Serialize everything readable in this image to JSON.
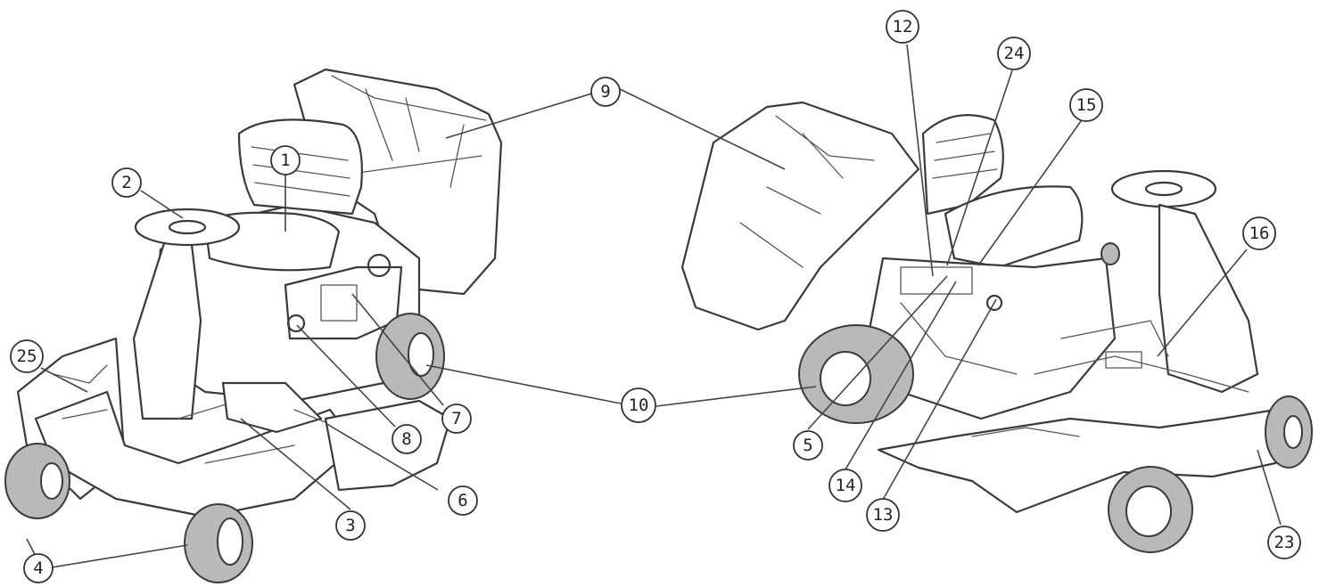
{
  "callouts": [
    {
      "id": "c1",
      "label": "1"
    },
    {
      "id": "c2",
      "label": "2"
    },
    {
      "id": "c3",
      "label": "3"
    },
    {
      "id": "c4",
      "label": "4"
    },
    {
      "id": "c5",
      "label": "5"
    },
    {
      "id": "c6",
      "label": "6"
    },
    {
      "id": "c7",
      "label": "7"
    },
    {
      "id": "c8",
      "label": "8"
    },
    {
      "id": "c9",
      "label": "9"
    },
    {
      "id": "c10",
      "label": "10"
    },
    {
      "id": "c12",
      "label": "12"
    },
    {
      "id": "c13",
      "label": "13"
    },
    {
      "id": "c14",
      "label": "14"
    },
    {
      "id": "c15",
      "label": "15"
    },
    {
      "id": "c16",
      "label": "16"
    },
    {
      "id": "c23",
      "label": "23"
    },
    {
      "id": "c24",
      "label": "24"
    },
    {
      "id": "c25",
      "label": "25"
    }
  ],
  "colors": {
    "ink": "#3a3a3a",
    "tyre": "#b9b9b9",
    "background": "#ffffff"
  }
}
